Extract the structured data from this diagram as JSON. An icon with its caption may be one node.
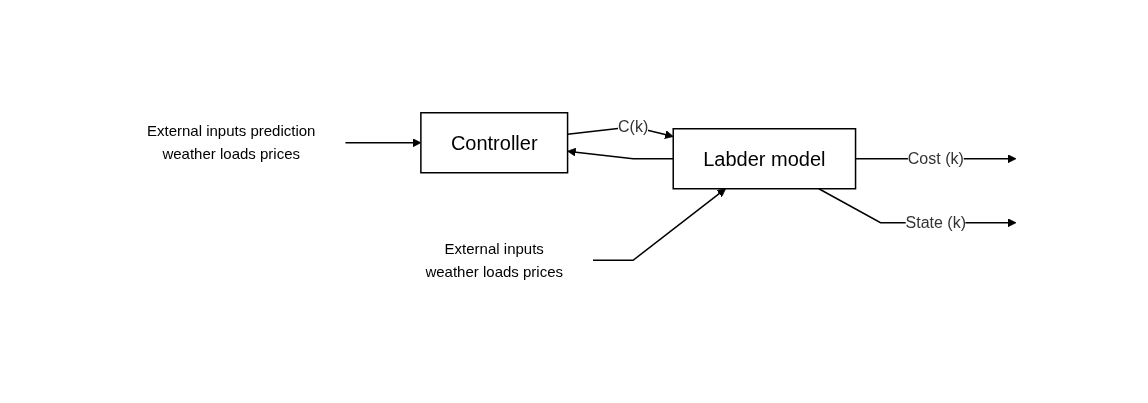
{
  "diagram": {
    "nodes": [
      {
        "text": [
          "External inputs prediction",
          "weather loads prices"
        ]
      },
      {
        "text": [
          "Controller"
        ]
      },
      {
        "text": [
          "External inputs",
          "weather loads prices"
        ]
      },
      {
        "text": [
          "Labder model"
        ]
      }
    ],
    "edges": [
      {
        "from": 0,
        "to": 1,
        "arrow": "to"
      },
      {
        "from": 1,
        "to": 3,
        "label": "C(k)",
        "arrow": "to"
      },
      {
        "from": 2,
        "to": 3,
        "arrow": "to"
      },
      {
        "from": 3,
        "to": null,
        "label": "Cost (k)",
        "arrow": "to"
      },
      {
        "from": 3,
        "to": null,
        "label": "State (k)",
        "arrow": "to"
      },
      {
        "from": 3,
        "to": 1,
        "arrow": "to"
      }
    ]
  }
}
